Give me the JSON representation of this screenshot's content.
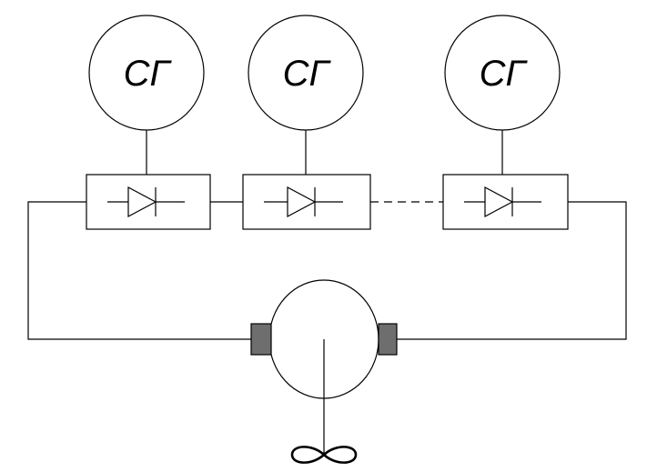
{
  "generators": [
    {
      "label": "СГ"
    },
    {
      "label": "СГ"
    },
    {
      "label": "СГ"
    }
  ],
  "colors": {
    "line": "#000000",
    "background": "#ffffff",
    "brush": "#6e6e6e"
  }
}
